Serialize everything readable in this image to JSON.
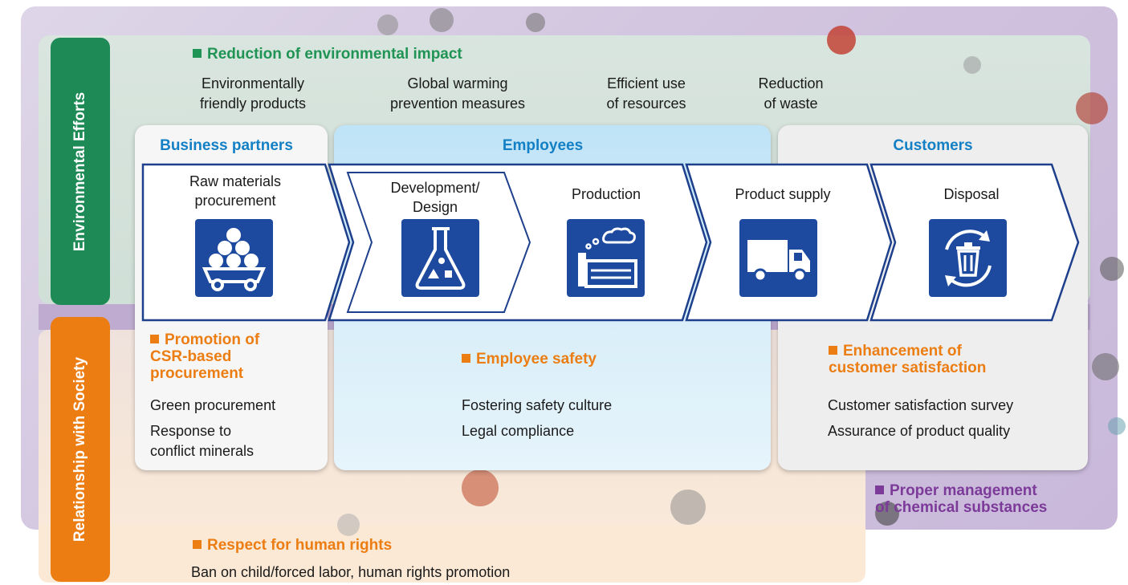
{
  "environmental": {
    "side_label": "Environmental Efforts",
    "heading": "Reduction of environmental impact",
    "items": [
      "Environmentally\nfriendly products",
      "Global warming\nprevention measures",
      "Efficient use\nof resources",
      "Reduction\nof waste"
    ]
  },
  "society": {
    "side_label": "Relationship with Society",
    "heading": "Respect for human rights",
    "text": "Ban on child/forced labor, human rights promotion"
  },
  "stakeholders": {
    "business_partners": {
      "title": "Business partners",
      "heading": "Promotion of\nCSR-based\nprocurement",
      "items": [
        "Green procurement",
        "Response to\nconflict minerals"
      ]
    },
    "employees": {
      "title": "Employees",
      "heading": "Employee safety",
      "items": [
        "Fostering safety culture",
        "Legal compliance"
      ]
    },
    "customers": {
      "title": "Customers",
      "heading": "Enhancement of\ncustomer satisfaction",
      "items": [
        "Customer satisfaction survey",
        "Assurance of product quality"
      ]
    }
  },
  "stages": [
    {
      "label": "Raw materials\nprocurement",
      "icon": "cart-of-balls-icon"
    },
    {
      "label": "Development/\nDesign",
      "icon": "flask-icon"
    },
    {
      "label": "Production",
      "icon": "factory-icon"
    },
    {
      "label": "Product supply",
      "icon": "truck-icon"
    },
    {
      "label": "Disposal",
      "icon": "recycle-bin-icon"
    }
  ],
  "chemical": {
    "heading": "Proper management\nof chemical substances"
  },
  "colors": {
    "environment_green": "#1e8a55",
    "society_orange": "#ec7d12",
    "stakeholder_blue": "#1380c5",
    "icon_navy": "#1d4a9e",
    "chemical_purple": "#7c3a99"
  }
}
